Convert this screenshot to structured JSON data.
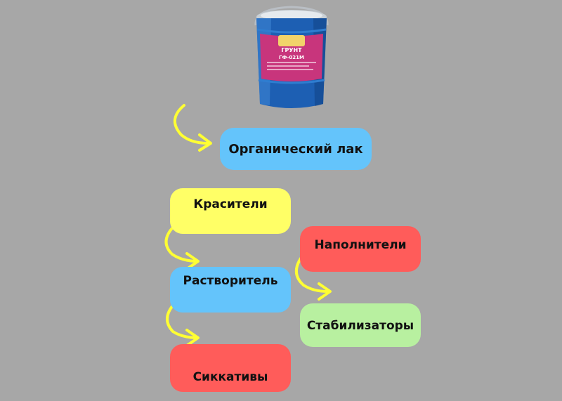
{
  "product": {
    "label_line1": "ГРУНТ",
    "label_line2": "ГФ-021М"
  },
  "nodes": {
    "lak": "Органический лак",
    "krasiteli": "Красители",
    "rastvoritel": "Растворитель",
    "sikkativy": "Сиккативы",
    "napolniteli": "Наполнители",
    "stabilizatory": "Стабилизаторы"
  },
  "colors": {
    "background": "#a7a7a7",
    "blue_box": "#64c4fb",
    "yellow_box": "#ffff66",
    "red_box": "#ff5c5a",
    "green_box": "#b8f0a0",
    "arrow": "#ffff33"
  }
}
